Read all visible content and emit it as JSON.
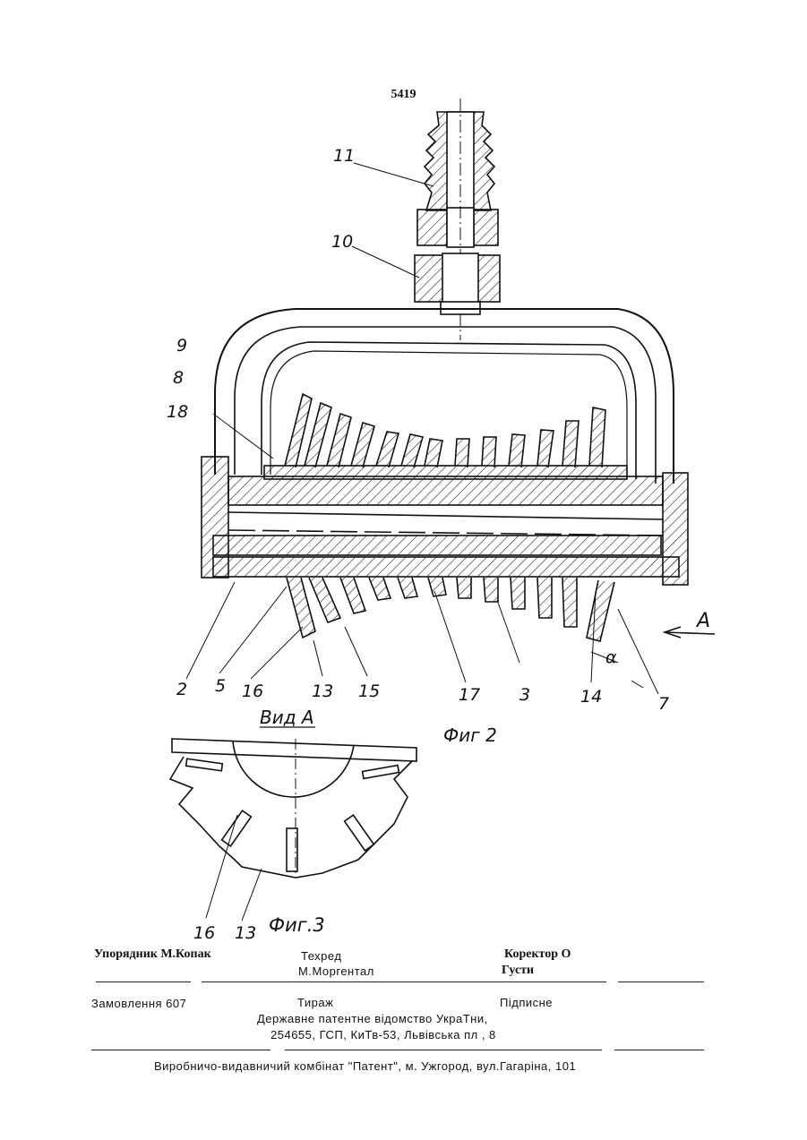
{
  "page_number": "5419",
  "figure": {
    "part_labels": {
      "l11": "11",
      "l10": "10",
      "l9": "9",
      "l8": "8",
      "l18": "18",
      "l2": "2",
      "l5": "5",
      "l16": "16",
      "l13": "13",
      "l15": "15",
      "l17": "17",
      "l3": "3",
      "l14": "14",
      "l7": "7",
      "arrowA": "A",
      "alpha": "α"
    },
    "fig2_caption": "Фиг 2",
    "view_caption": "Вид А",
    "fig3_caption": "Фиг.3",
    "fig3_labels": {
      "l16": "16",
      "l13": "13"
    }
  },
  "footer": {
    "compiler": "Упорядник М.Копак",
    "techred_title": "Техред",
    "techred_name": "М.Моргентал",
    "corrector_line1": "Коректор О",
    "corrector_line2": "Густи",
    "order": "Замовлення   607",
    "circulation": "Тираж",
    "subscription": "Підписне",
    "office_line1": "Державне патентне відомство УкраТни,",
    "office_line2": "254655, ГСП, КиТв-53, Львівська пл , 8",
    "publisher": "Виробничо-видавничий комбінат   \"Патент\", м. Ужгород, вул.Гагаріна, 101"
  }
}
